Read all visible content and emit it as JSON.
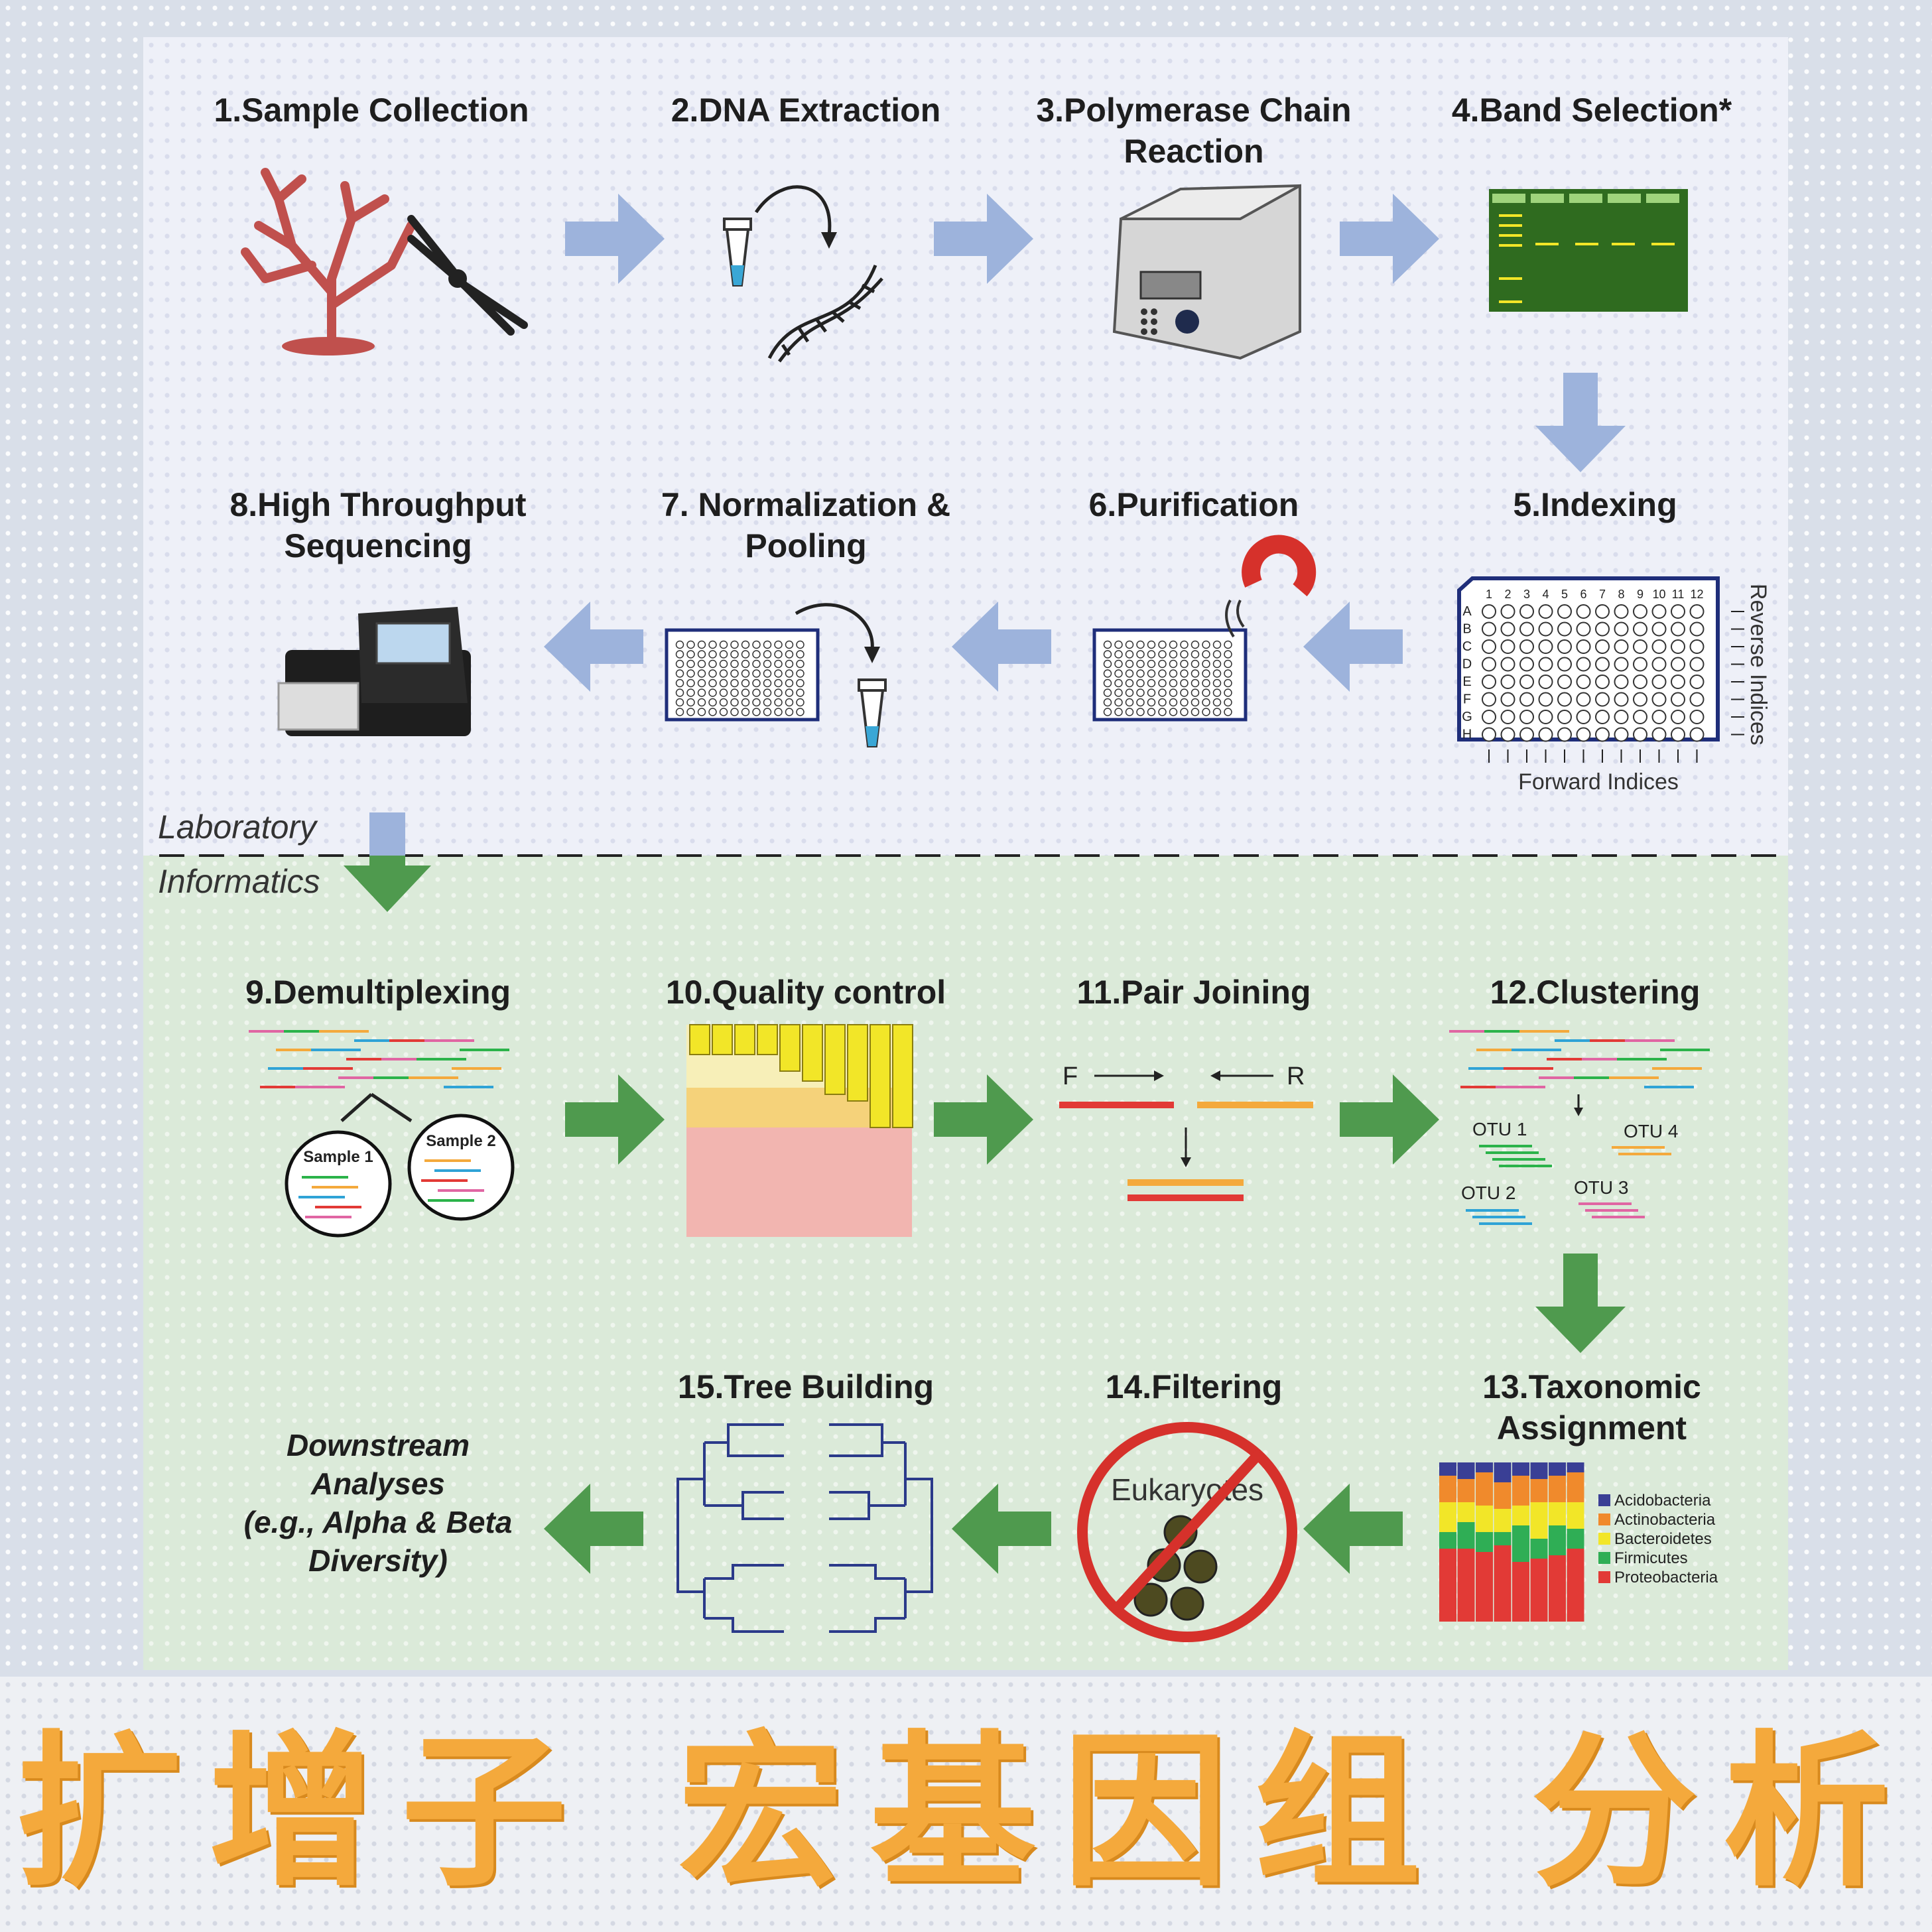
{
  "steps": {
    "s1": "1.Sample Collection",
    "s2": "2.DNA Extraction",
    "s3a": "3.Polymerase Chain",
    "s3b": "Reaction",
    "s4": "4.Band Selection*",
    "s5": "5.Indexing",
    "s6": "6.Purification",
    "s7a": "7. Normalization &",
    "s7b": "Pooling",
    "s8a": "8.High Throughput",
    "s8b": "Sequencing",
    "s9": "9.Demultiplexing",
    "s10": "10.Quality control",
    "s11": "11.Pair Joining",
    "s12": "12.Clustering",
    "s13a": "13.Taxonomic",
    "s13b": "Assignment",
    "s14": "14.Filtering",
    "s15": "15.Tree Building"
  },
  "sections": {
    "lab": "Laboratory",
    "info": "Informatics"
  },
  "downstream": [
    "Downstream",
    "Analyses",
    "(e.g., Alpha & Beta",
    "Diversity)"
  ],
  "plate": {
    "cols": [
      "1",
      "2",
      "3",
      "4",
      "5",
      "6",
      "7",
      "8",
      "9",
      "10",
      "11",
      "12"
    ],
    "rows": [
      "A",
      "B",
      "C",
      "D",
      "E",
      "F",
      "G",
      "H"
    ],
    "forward_label": "Forward Indices",
    "reverse_label": "Reverse Indices"
  },
  "demux": {
    "sample1": "Sample 1",
    "sample2": "Sample 2"
  },
  "pair": {
    "forward": "F",
    "reverse": "R"
  },
  "clusters": [
    "OTU 1",
    "OTU 2",
    "OTU 3",
    "OTU 4"
  ],
  "filter_label": "Eukaryotes",
  "taxa": [
    {
      "name": "Acidobacteria",
      "color": "#3a3f95"
    },
    {
      "name": "Actinobacteria",
      "color": "#f08a2c"
    },
    {
      "name": "Bacteroidetes",
      "color": "#f2e628"
    },
    {
      "name": "Firmicutes",
      "color": "#2fae55"
    },
    {
      "name": "Proteobacteria",
      "color": "#e23a36"
    }
  ],
  "colors": {
    "lab_arrow": "#9db3dc",
    "info_arrow": "#4f9a4e",
    "title_orange": "#f4a93c"
  },
  "bottom_title": "扩增子 宏基因组 分析"
}
